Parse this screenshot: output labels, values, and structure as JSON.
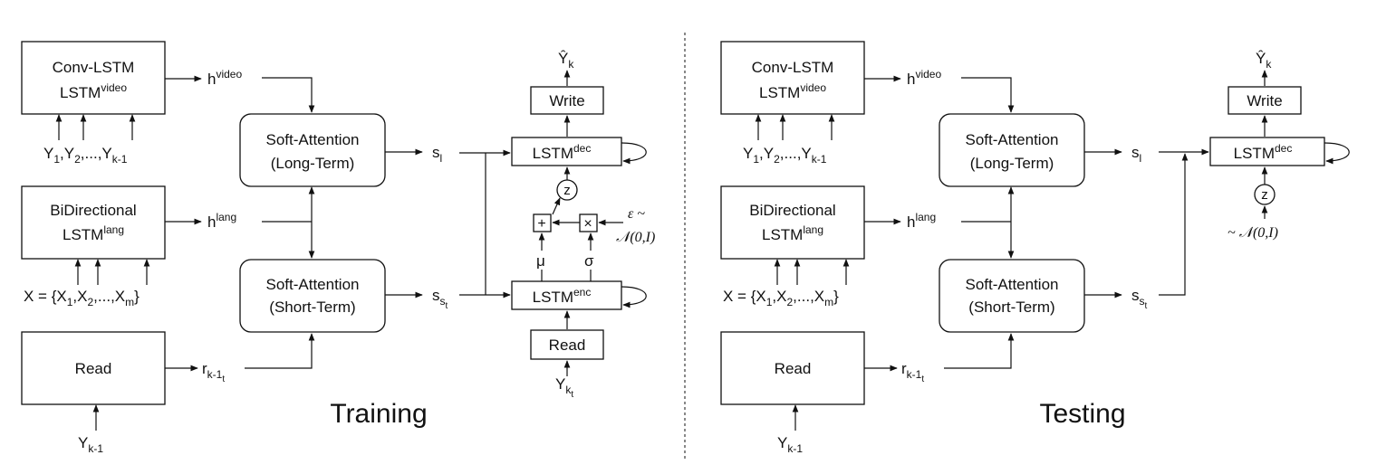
{
  "left": {
    "conv_lstm": {
      "line1": "Conv-LSTM",
      "line2_base": "LSTM",
      "line2_sup": "video"
    },
    "conv_inputs": {
      "y": "Y",
      "s1": "1",
      "s2": "2",
      "sk": "k-1",
      "dots": ",...,"
    },
    "bidir": {
      "line1": "BiDirectional",
      "line2_base": "LSTM",
      "line2_sup": "lang"
    },
    "bidir_inputs": {
      "prefix": "X = {X",
      "s1": "1",
      "s2": "2",
      "sm": "m",
      "dots": ",...,",
      "close": "}"
    },
    "read": {
      "label": "Read"
    },
    "read_input": {
      "base": "Y",
      "sub": "k-1"
    },
    "h_video": {
      "base": "h",
      "sup": "video"
    },
    "h_lang": {
      "base": "h",
      "sup": "lang"
    },
    "r_read": {
      "base": "r",
      "sub": "k-1",
      "subsub": "t"
    }
  },
  "attention": {
    "long_line1": "Soft-Attention",
    "long_line2": "(Long-Term)",
    "short_line1": "Soft-Attention",
    "short_line2": "(Short-Term)",
    "s_l": {
      "base": "s",
      "sub": "l"
    },
    "s_st": {
      "base": "s",
      "sub": "s",
      "subsub": "t"
    }
  },
  "training": {
    "title": "Training",
    "output": {
      "base": "Ŷ",
      "sub": "k"
    },
    "write": "Write",
    "lstm_dec": {
      "base": "LSTM",
      "sup": "dec"
    },
    "z": "z",
    "plus": "+",
    "times": "×",
    "epsilon_line1": "ε ~",
    "epsilon_line2": "𝒩(0,I)",
    "mu": "μ",
    "sigma": "σ",
    "lstm_enc": {
      "base": "LSTM",
      "sup": "enc"
    },
    "read": "Read",
    "read_input": {
      "base": "Y",
      "sub": "k",
      "subsub": "t"
    }
  },
  "testing": {
    "title": "Testing",
    "output": {
      "base": "Ŷ",
      "sub": "k"
    },
    "write": "Write",
    "lstm_dec": {
      "base": "LSTM",
      "sup": "dec"
    },
    "z": "z",
    "prior": "~ 𝒩(0,I)"
  }
}
